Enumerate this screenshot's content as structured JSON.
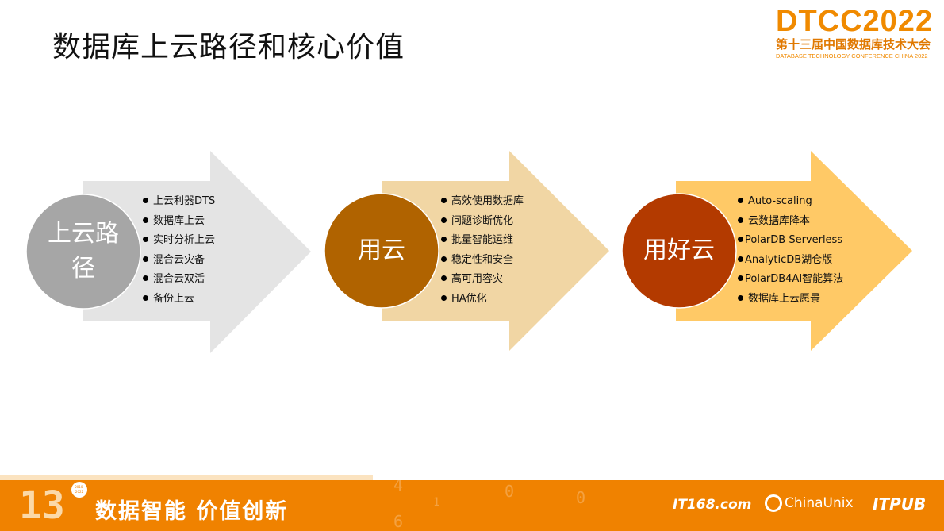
{
  "header": {
    "title": "数据库上云路径和核心价值",
    "logo": {
      "main": "DTCC2022",
      "cn": "第十三届中国数据库技术大会",
      "en": "DATABASE TECHNOLOGY CONFERENCE CHINA 2022"
    }
  },
  "stages": [
    {
      "label": "上云路径",
      "circle_color": "#A6A6A6",
      "arrow_color": "#E4E4E4",
      "items": [
        "上云利器DTS",
        "数据库上云",
        "实时分析上云",
        "混合云灾备",
        "混合云双活",
        "备份上云"
      ]
    },
    {
      "label": "用云",
      "circle_color": "#B06300",
      "arrow_color": "#F1D6A4",
      "items": [
        "高效使用数据库",
        "问题诊断优化",
        "批量智能运维",
        "稳定性和安全",
        "高可用容灾",
        "HA优化"
      ]
    },
    {
      "label": "用好云",
      "circle_color": "#B33A00",
      "arrow_color": "#FFC966",
      "items": [
        "Auto-scaling",
        "云数据库降本",
        "PolarDB Serverless",
        "AnalyticDB湖仓版",
        "PolarDB4AI智能算法",
        "数据库上云愿景"
      ]
    }
  ],
  "footer": {
    "badge": "13",
    "badge_years": "2010-2022",
    "slogan": "数据智能  价值创新",
    "sponsors": [
      "IT168.com",
      "ChinaUnix",
      "ITPUB"
    ],
    "color": "#F08200"
  }
}
